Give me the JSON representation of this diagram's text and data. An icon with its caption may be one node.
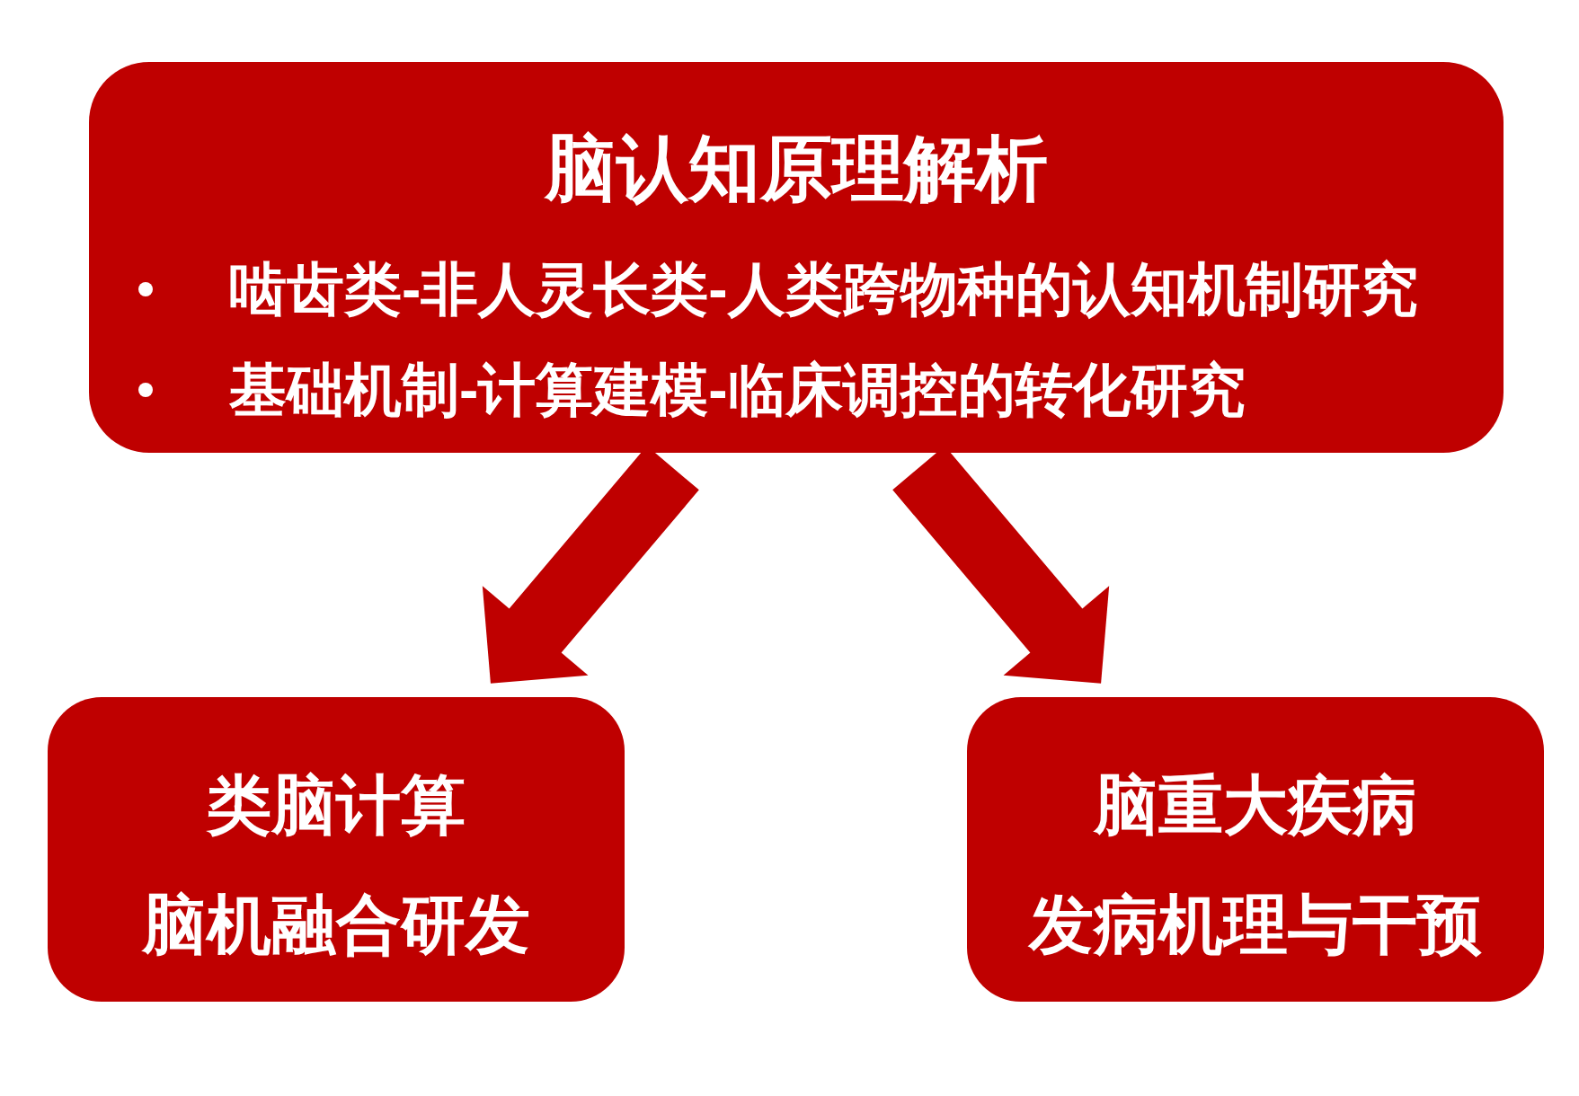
{
  "diagram": {
    "nodes": [
      {
        "text": [
          "脑认知原理解析",
          "啮齿类-非人灵长类-人类跨物种的认知机制研究",
          "基础机制-计算建模-临床调控的转化研究"
        ]
      },
      {
        "text": [
          "类脑计算",
          "脑机融合研发"
        ]
      },
      {
        "text": [
          "脑重大疾病",
          "发病机理与干预"
        ]
      }
    ],
    "edges": [
      {
        "from": 0,
        "to": 1,
        "arrow": "to"
      },
      {
        "from": 0,
        "to": 2,
        "arrow": "to"
      }
    ]
  }
}
